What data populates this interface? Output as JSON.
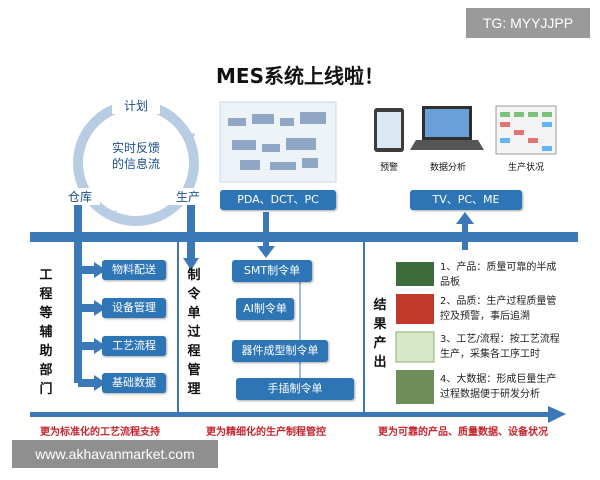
{
  "watermark": {
    "tg": "TG: MYYJJPP",
    "url": "www.akhavanmarket.com"
  },
  "title": "MES系统上线啦！",
  "cycle": {
    "center": "实时反馈的信息流",
    "top": "计划",
    "left": "仓库",
    "right": "生产"
  },
  "device_box_left": "PDA、DCT、PC",
  "device_box_right": "TV、PC、ME",
  "image_labels": [
    "预警",
    "数据分析",
    "生产状况"
  ],
  "left_section": {
    "vertical_label": "工程等辅助部门",
    "items": [
      "物料配送",
      "设备管理",
      "工艺流程",
      "基础数据"
    ]
  },
  "middle_section": {
    "vertical_label": "制令单过程管理",
    "items": [
      "SMT制令单",
      "AI制令单",
      "器件成型制令单",
      "手插制令单"
    ]
  },
  "right_section": {
    "vertical_label": "结果产出",
    "items": [
      "1、产品：质量可靠的半成品板",
      "2、品质：生产过程质量管控及预警，事后追溯",
      "3、工艺/流程：按工艺流程生产，采集各工序工时",
      "4、大数据：形成巨量生产过程数据便于研发分析"
    ]
  },
  "bottom_captions": [
    "更为标准化的工艺流程支持",
    "更为精细化的生产制程管控",
    "更为可靠的产品、质量数据、设备状况"
  ],
  "colors": {
    "primary_blue": "#2e75b6",
    "caption_red": "#c4262e",
    "arrow_blue": "#3a78b8"
  }
}
